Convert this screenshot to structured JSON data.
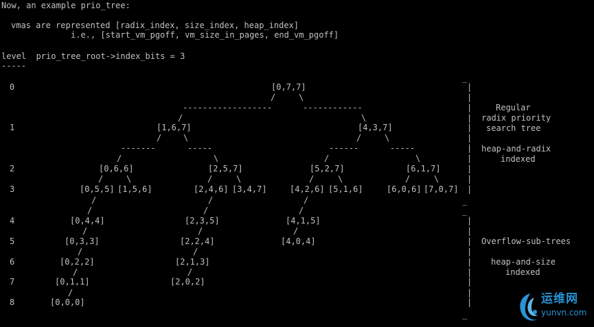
{
  "header": {
    "line1": "Now, an example prio_tree:",
    "line2": "vmas are represented [radix_index, size_index, heap_index]",
    "line3": "i.e., [start_vm_pgoff, vm_size_in_pages, end_vm_pgoff]",
    "line4": "level  prio_tree_root->index_bits = 3",
    "line5": "-----"
  },
  "levels": [
    "0",
    "1",
    "2",
    "3",
    "4",
    "5",
    "6",
    "7",
    "8"
  ],
  "nodes": {
    "n070": "[0,7,7]",
    "n167": "[1,6,7]",
    "n437": "[4,3,7]",
    "n066": "[0,6,6]",
    "n257": "[2,5,7]",
    "n527": "[5,2,7]",
    "n617": "[6,1,7]",
    "n055": "[0,5,5]",
    "n156": "[1,5,6]",
    "n246": "[2,4,6]",
    "n347": "[3,4,7]",
    "n426": "[4,2,6]",
    "n516": "[5,1,6]",
    "n606": "[6,0,6]",
    "n707": "[7,0,7]",
    "n044": "[0,4,4]",
    "n235": "[2,3,5]",
    "n415": "[4,1,5]",
    "n033": "[0,3,3]",
    "n224": "[2,2,4]",
    "n404": "[4,0,4]",
    "n022": "[0,2,2]",
    "n213": "[2,1,3]",
    "n011": "[0,1,1]",
    "n202": "[2,0,2]",
    "n000": "[0,0,0]"
  },
  "edges": {
    "h1l": "------------------",
    "h1r": "------------",
    "h2ll": "-------",
    "h2lr": "-----",
    "h2rl": "------",
    "h2rr": "-----",
    "slash": "/",
    "backslash": "\\"
  },
  "annotations": {
    "regular": "Regular",
    "radix_priority": "radix priority",
    "search_tree": "search tree",
    "heap_and_radix": "heap-and-radix",
    "indexed1": "indexed",
    "overflow": "Overflow-sub-trees",
    "heap_and_size": "heap-and-size",
    "indexed2": "indexed"
  },
  "brackets": {
    "bar": "|",
    "tick": "_"
  },
  "watermark": {
    "brand": "运维网",
    "domain": "yunvn.com"
  },
  "colors": {
    "background": "#000000",
    "text": "#c0c0c0",
    "watermark": "#2a93d5"
  }
}
